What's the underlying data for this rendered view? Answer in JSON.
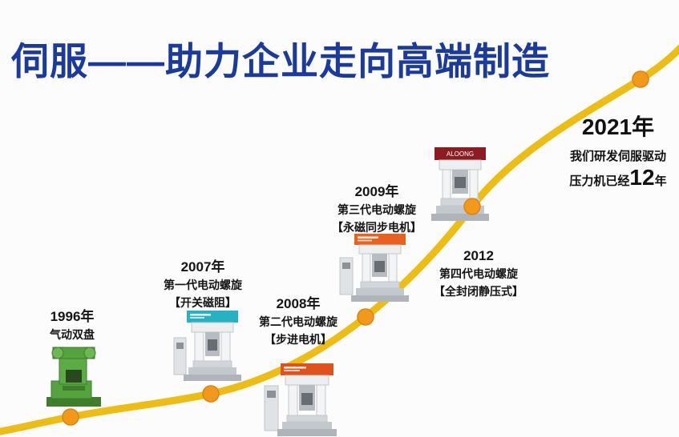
{
  "title": "伺服——助力企业走向高端制造",
  "timeline": {
    "milestones": [
      {
        "year": "1996年",
        "line1": "气动双盘"
      },
      {
        "year": "2007年",
        "line1": "第一代电动螺旋",
        "line2": "【开关磁阻】"
      },
      {
        "year": "2008年",
        "line1": "第二代电动螺旋",
        "line2": "【步进电机】"
      },
      {
        "year": "2009年",
        "line1": "第三代电动螺旋",
        "line2": "【永磁同步电机】"
      },
      {
        "year": "2012",
        "line1": "第四代电动螺旋",
        "line2": "【全封闭静压式】"
      }
    ],
    "callout": {
      "year": "2021年",
      "line1": "我们研发伺服驱动",
      "line2_prefix": "压力机已经",
      "line2_number": "12",
      "line2_suffix": "年"
    }
  },
  "machines": {
    "brand_2021": "ALOONG"
  },
  "colors": {
    "title_blue": "#1a3a9c",
    "curve_gold": "#edbd13",
    "marker_orange": "#f2991c",
    "machine_1996_green": "#55a23e",
    "machine_2007_teal": "#27b2c3",
    "machine_2008_orange": "#e0521c",
    "machine_2009_orange": "#e8611f",
    "machine_2021_red": "#8c1c22"
  }
}
